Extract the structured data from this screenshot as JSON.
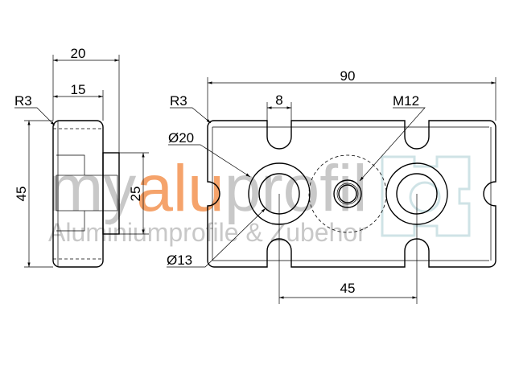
{
  "watermark": {
    "brand_left": "my",
    "brand_mid": "alu",
    "brand_right": "profil",
    "tagline": "Aluminiumprofile & Zubehor",
    "accent_color": "#f5a36b",
    "gray_color": "#c8c8c8",
    "logo_color": "#cfe3e6"
  },
  "side_view": {
    "width_total": "20",
    "width_body": "15",
    "radius": "R3",
    "height": "45",
    "boss_height": "25"
  },
  "front_view": {
    "length": "90",
    "slot_width": "8",
    "thread": "M12",
    "radius": "R3",
    "outer_diameter": "Ø20",
    "inner_diameter": "Ø13",
    "hole_spacing": "45"
  }
}
